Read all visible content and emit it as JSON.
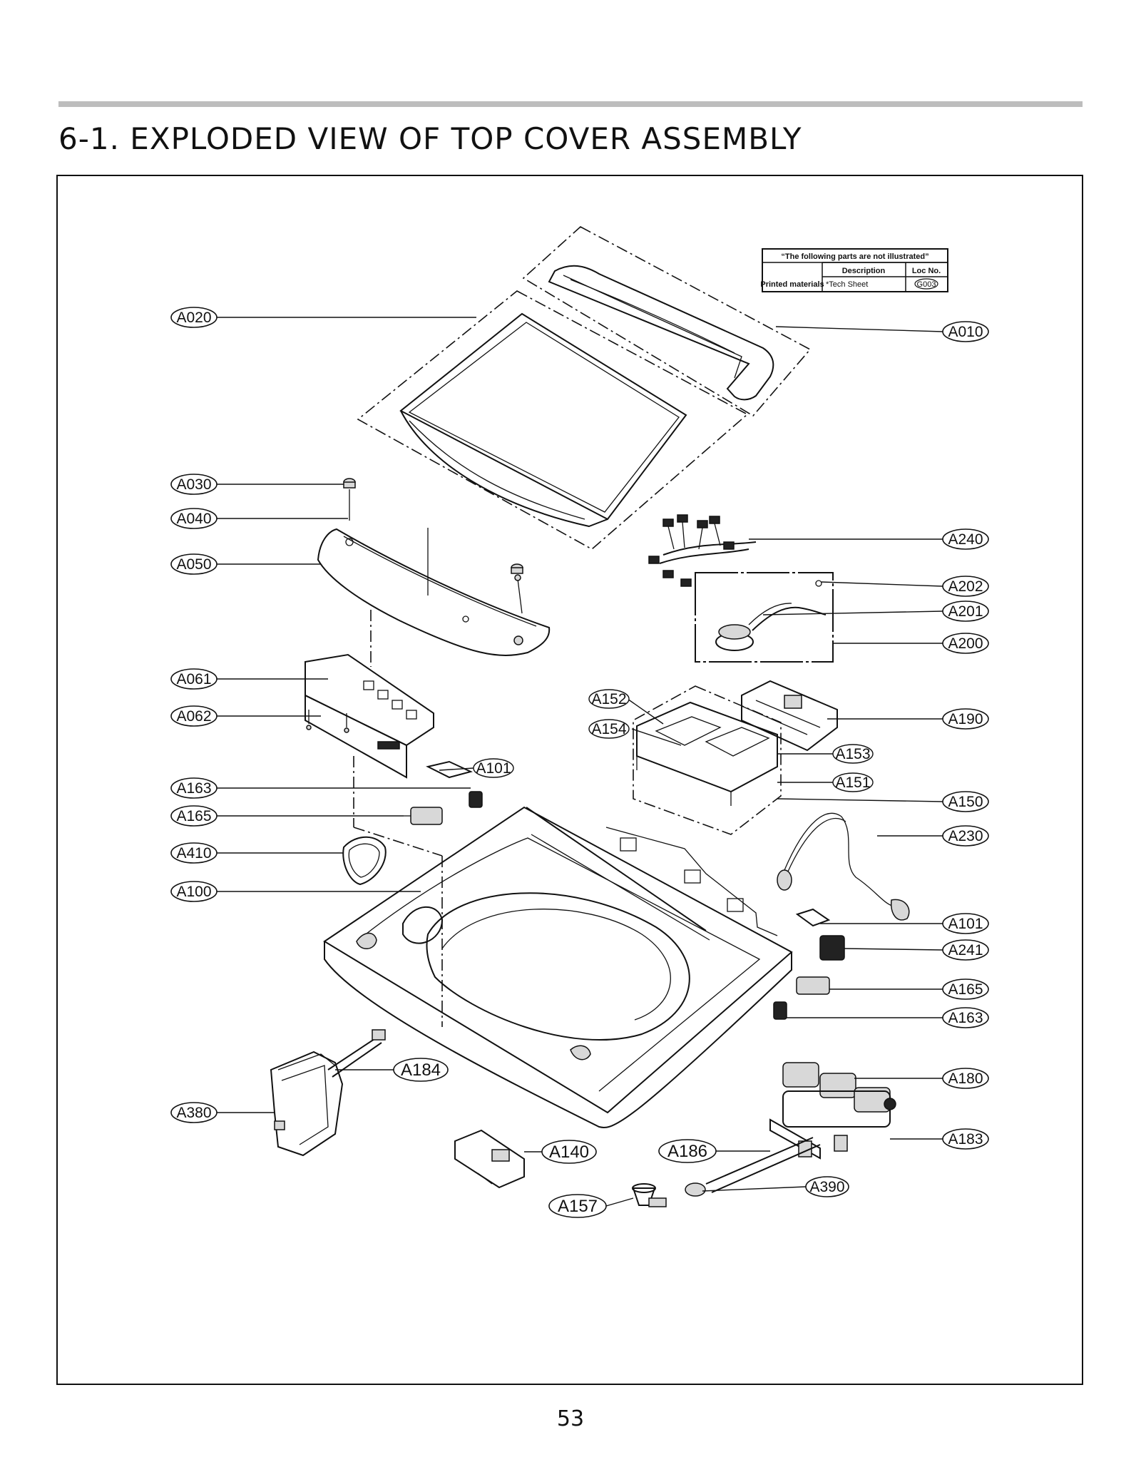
{
  "title": "6-1. EXPLODED VIEW OF TOP COVER ASSEMBLY",
  "page_number": "53",
  "legend": {
    "header": "“The following parts are not illustrated”",
    "col_description": "Description",
    "col_loc": "Loc No.",
    "row_category": "Printed materials",
    "row_description": "*Tech Sheet",
    "row_loc": "G003"
  },
  "callouts": {
    "A020": "A020",
    "A010": "A010",
    "A030": "A030",
    "A040": "A040",
    "A050": "A050",
    "A240": "A240",
    "A202": "A202",
    "A201": "A201",
    "A200": "A200",
    "A061": "A061",
    "A062": "A062",
    "A152": "A152",
    "A154": "A154",
    "A190": "A190",
    "A153": "A153",
    "A101a": "A101",
    "A151": "A151",
    "A163a": "A163",
    "A150": "A150",
    "A165a": "A165",
    "A230": "A230",
    "A410": "A410",
    "A100": "A100",
    "A101b": "A101",
    "A241": "A241",
    "A165b": "A165",
    "A163b": "A163",
    "A184": "A184",
    "A180": "A180",
    "A380": "A380",
    "A183": "A183",
    "A140": "A140",
    "A186": "A186",
    "A390": "A390",
    "A157": "A157"
  }
}
